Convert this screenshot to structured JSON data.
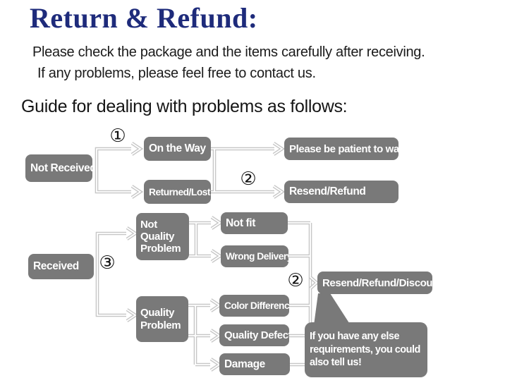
{
  "header": {
    "title": "Return & Refund:",
    "line1": "Please check the package and the items carefully after receiving.",
    "line2": "If any problems, please feel free to contact us.",
    "guide": "Guide for dealing with problems as follows:"
  },
  "flowchart": {
    "nodes": {
      "not_received": "Not Received",
      "on_the_way": "On the Way",
      "returned_lost": "Returned/Lost",
      "be_patient": "Please be patient to wait",
      "resend_refund": "Resend/Refund",
      "received": "Received",
      "not_quality_problem": "Not Quality Problem",
      "not_fit": "Not fit",
      "wrong_delivery": "Wrong Delivery",
      "quality_problem": "Quality Problem",
      "color_difference": "Color Difference",
      "quality_defect": "Quality Defect",
      "damage": "Damage",
      "resend_refund_discount": "Resend/Refund/Discount"
    },
    "steps": {
      "one": "①",
      "two_top": "②",
      "three": "③",
      "two_bottom": "②"
    },
    "note": "If you have any else requirements, you could also tell us!"
  },
  "colors": {
    "title": "#1e2b7b",
    "box_fill": "#797979",
    "box_text": "#ffffff",
    "connector": "#c6c6c6",
    "body_text": "#1b1b1b",
    "background": "#ffffff"
  }
}
